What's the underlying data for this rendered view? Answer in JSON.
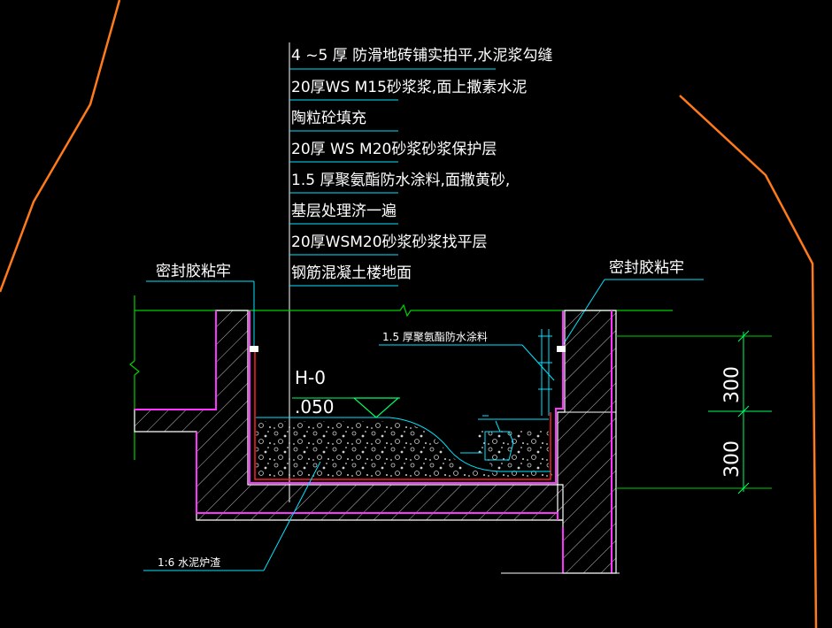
{
  "colors": {
    "background": "#000000",
    "outline": "#ff7a1a",
    "leader": "#00e5ff",
    "floor_line": "#00d000",
    "membrane": "#ff33ff",
    "structure": "#ffffff",
    "text": "#ffffff",
    "red_layer": "#ff2020",
    "dimension": "#00ff66"
  },
  "layer_notes": [
    "4 ~5  厚  防滑地砖铺实拍平,水泥浆勾缝",
    "20厚WS  M15砂浆浆,面上撒素水泥",
    "陶粒砼填充",
    "20厚  WS  M20砂浆砂浆保护层",
    "1.5  厚聚氨酯防水涂料,面撒黄砂,",
    "基层处理济一遍",
    "20厚WSM20砂浆砂浆找平层",
    "钢筋混凝土楼地面"
  ],
  "labels": {
    "sealant_left": "密封胶粘牢",
    "sealant_right": "密封胶粘牢",
    "waterproof_coating": "1.5  厚聚氨酯防水涂料",
    "elevation_top": "H-0",
    "elevation_bottom": ".050",
    "cinder_fill": "1:6  水泥炉渣"
  },
  "dimensions": {
    "upper": "300",
    "lower": "300"
  },
  "icons": {
    "elevation_marker": "triangle-elevation-icon",
    "break_symbol": "break-line-icon"
  }
}
